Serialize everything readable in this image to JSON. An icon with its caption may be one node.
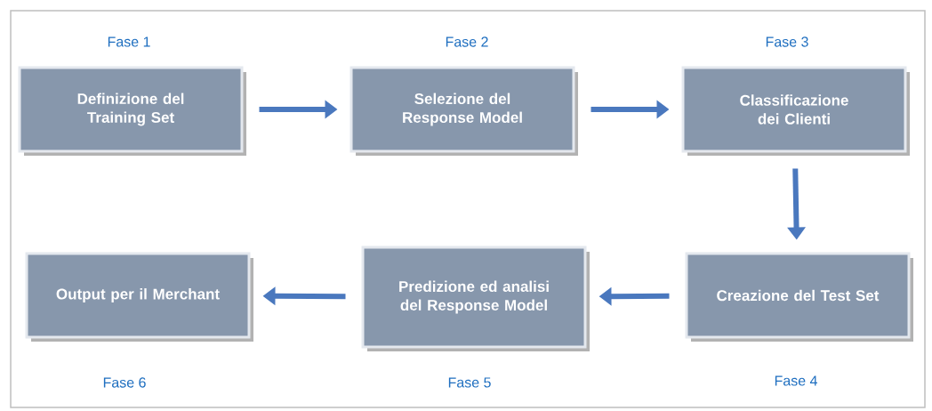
{
  "diagram": {
    "nodes": [
      {
        "text": [
          "Definizione del Training Set"
        ],
        "beside": [
          "Fase 1"
        ]
      },
      {
        "text": [
          "Selezione del Response Model"
        ],
        "beside": [
          "Fase 2"
        ]
      },
      {
        "text": [
          "Classificazione dei Clienti"
        ],
        "beside": [
          "Fase 3"
        ]
      },
      {
        "text": [
          "Creazione del Test Set"
        ],
        "beside": [
          "Fase 4"
        ]
      },
      {
        "text": [
          "Predizione ed analisi del Response Model"
        ],
        "beside": [
          "Fase 5"
        ]
      },
      {
        "text": [
          "Output per il Merchant"
        ],
        "beside": [
          "Fase 6"
        ]
      }
    ],
    "edges": [
      {
        "from": 0,
        "to": 1,
        "arrow": "to"
      },
      {
        "from": 1,
        "to": 2,
        "arrow": "to"
      },
      {
        "from": 2,
        "to": 3,
        "arrow": "to"
      },
      {
        "from": 3,
        "to": 4,
        "arrow": "to"
      },
      {
        "from": 4,
        "to": 5,
        "arrow": "to"
      }
    ]
  }
}
